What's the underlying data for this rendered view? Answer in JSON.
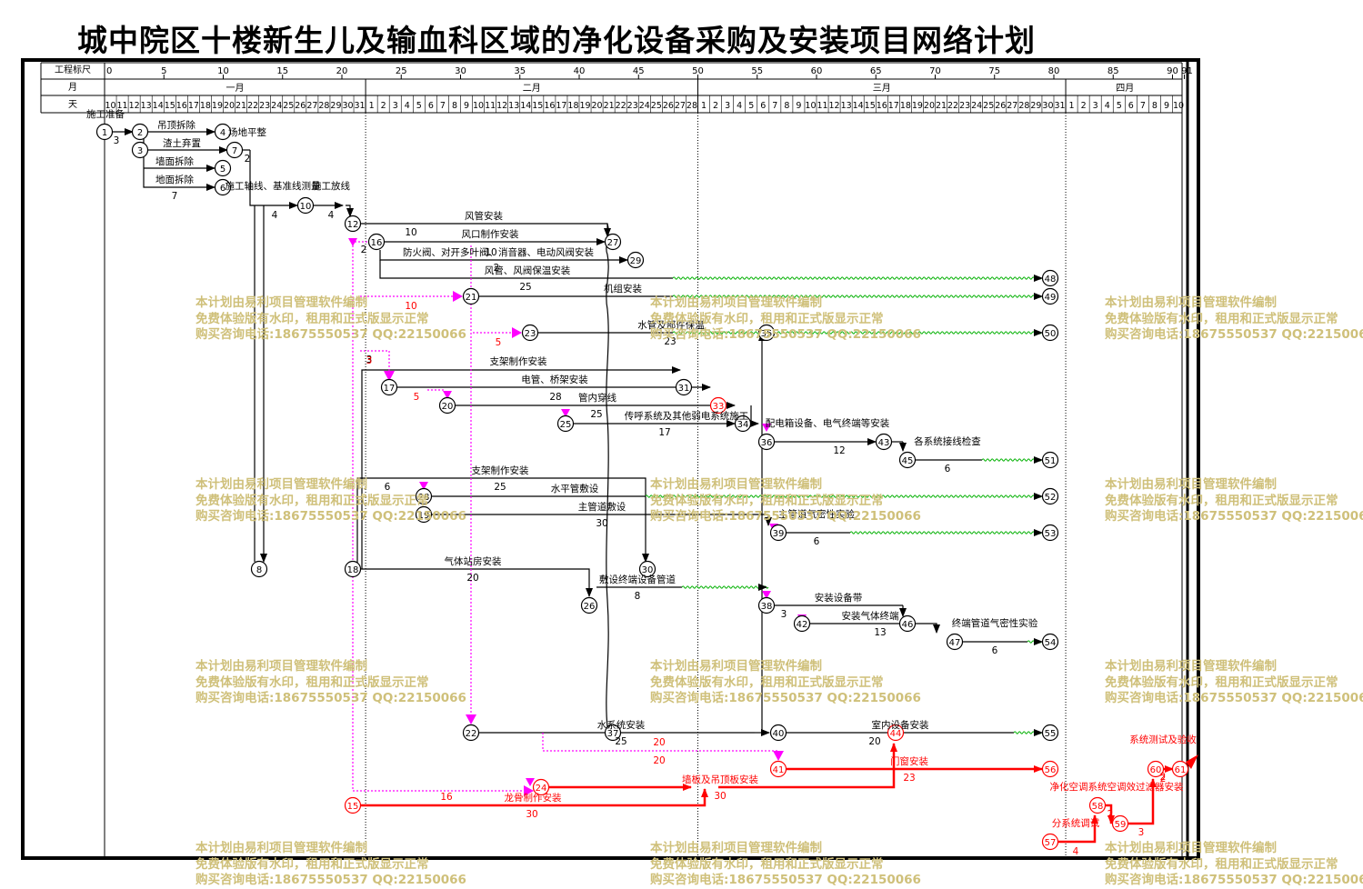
{
  "title": "城中院区十楼新生儿及输血科区域的净化设备采购及安装项目网络计划",
  "header": {
    "scale_label": "工程标尺",
    "month_label": "月",
    "day_label": "天",
    "scale_ticks": [
      "0",
      "5",
      "10",
      "15",
      "20",
      "25",
      "30",
      "35",
      "40",
      "45",
      "50",
      "55",
      "60",
      "65",
      "70",
      "75",
      "80",
      "85",
      "90",
      "91"
    ],
    "months": [
      "一月",
      "二月",
      "三月",
      "四月"
    ],
    "days": {
      "jan": [
        "10",
        "11",
        "12",
        "13",
        "14",
        "15",
        "16",
        "17",
        "18",
        "19",
        "20",
        "21",
        "22",
        "23",
        "24",
        "25",
        "26",
        "27",
        "28",
        "29",
        "30",
        "31"
      ],
      "feb": [
        "1",
        "2",
        "3",
        "4",
        "5",
        "6",
        "7",
        "8",
        "9",
        "10",
        "11",
        "12",
        "13",
        "14",
        "15",
        "16",
        "17",
        "18",
        "19",
        "20",
        "21",
        "22",
        "23",
        "24",
        "25",
        "26",
        "27",
        "28"
      ],
      "mar": [
        "1",
        "2",
        "3",
        "4",
        "5",
        "6",
        "7",
        "8",
        "9",
        "10",
        "11",
        "12",
        "13",
        "14",
        "15",
        "16",
        "17",
        "18",
        "19",
        "20",
        "21",
        "22",
        "23",
        "24",
        "25",
        "26",
        "27",
        "28",
        "29",
        "30",
        "31"
      ],
      "apr": [
        "1",
        "2",
        "3",
        "4",
        "5",
        "6",
        "7",
        "8",
        "9",
        "10"
      ]
    }
  },
  "watermark": {
    "line1": "本计划由易利项目管理软件编制",
    "line2": "免费体验版有水印，租用和正式版显示正常",
    "line3": "购买咨询电话:18675550537 QQ:22150066"
  },
  "nodes": [
    "1",
    "2",
    "3",
    "4",
    "5",
    "6",
    "7",
    "8",
    "10",
    "12",
    "15",
    "16",
    "17",
    "18",
    "19",
    "20",
    "21",
    "22",
    "23",
    "24",
    "25",
    "26",
    "27",
    "28",
    "29",
    "30",
    "31",
    "33",
    "34",
    "35",
    "36",
    "37",
    "38",
    "39",
    "40",
    "41",
    "42",
    "43",
    "44",
    "45",
    "46",
    "47",
    "48",
    "49",
    "50",
    "51",
    "52",
    "53",
    "54",
    "55",
    "56",
    "57",
    "58",
    "59",
    "60",
    "61"
  ],
  "activities": [
    {
      "name": "施工准备",
      "dur": "3"
    },
    {
      "name": "吊顶拆除",
      "dur": ""
    },
    {
      "name": "渣土弃置",
      "dur": ""
    },
    {
      "name": "场地平整",
      "dur": "2"
    },
    {
      "name": "墙面拆除",
      "dur": ""
    },
    {
      "name": "地面拆除",
      "dur": "7"
    },
    {
      "name": "施工轴线、基准线测量",
      "dur": "4"
    },
    {
      "name": "施工放线",
      "dur": "4"
    },
    {
      "name": "风管安装",
      "dur": "10"
    },
    {
      "name": "风口制作安装",
      "dur": "2"
    },
    {
      "name": "防火阀、对开多叶阀、消音器、电动风阀安装",
      "dur": "10"
    },
    {
      "name": "风管、风阀保温安装",
      "dur": "2"
    },
    {
      "name": "机组安装",
      "dur": "25"
    },
    {
      "name": "水管及部件保温",
      "dur": "23"
    },
    {
      "name": "支架制作安装",
      "dur": "3"
    },
    {
      "name": "电管、桥架安装",
      "dur": "28"
    },
    {
      "name": "管内穿线",
      "dur": "25"
    },
    {
      "name": "传呼系统及其他弱电系统施工",
      "dur": "17"
    },
    {
      "name": "配电箱设备、电气终端等安装",
      "dur": "12"
    },
    {
      "name": "各系统接线检查",
      "dur": "6"
    },
    {
      "name": "支架制作安装",
      "dur": "25"
    },
    {
      "name": "水平管敷设",
      "dur": "6"
    },
    {
      "name": "主管道敷设",
      "dur": "30"
    },
    {
      "name": "主管道气密性实验",
      "dur": "6"
    },
    {
      "name": "气体站房安装",
      "dur": "20"
    },
    {
      "name": "敷设终端设备管道",
      "dur": "8"
    },
    {
      "name": "安装设备带",
      "dur": "3"
    },
    {
      "name": "安装气体终端",
      "dur": "13"
    },
    {
      "name": "终端管道气密性实验",
      "dur": "6"
    },
    {
      "name": "水系统安装",
      "dur": "25"
    },
    {
      "name": "室内设备安装",
      "dur": "20"
    },
    {
      "name": "门窗安装",
      "dur": "23"
    },
    {
      "name": "墙板及吊顶板安装",
      "dur": "30"
    },
    {
      "name": "龙骨制作安装",
      "dur": "30"
    },
    {
      "name": "分系统调试",
      "dur": "4"
    },
    {
      "name": "净化空调系统空调效过滤器安装",
      "dur": "3"
    },
    {
      "name": "系统测试及验收",
      "dur": "2"
    }
  ],
  "labels": {
    "n_10a": "10",
    "n_16": "16",
    "n_5a": "5",
    "n_3a": "3",
    "n_5b": "5",
    "n_10b": "10",
    "n_20a": "20",
    "n_6": "6",
    "n_2a": "2",
    "n_2b": "2",
    "n_2c": "2",
    "n_2d": "2",
    "n_30": "30",
    "n_20b": "20",
    "n_20c": "20",
    "n_20d": "20",
    "n_25a": "25"
  },
  "colors": {
    "black": "#000000",
    "red": "#ff0000",
    "magenta": "#ff00ff",
    "green": "#00b000",
    "watermark": "#cfc07a"
  }
}
